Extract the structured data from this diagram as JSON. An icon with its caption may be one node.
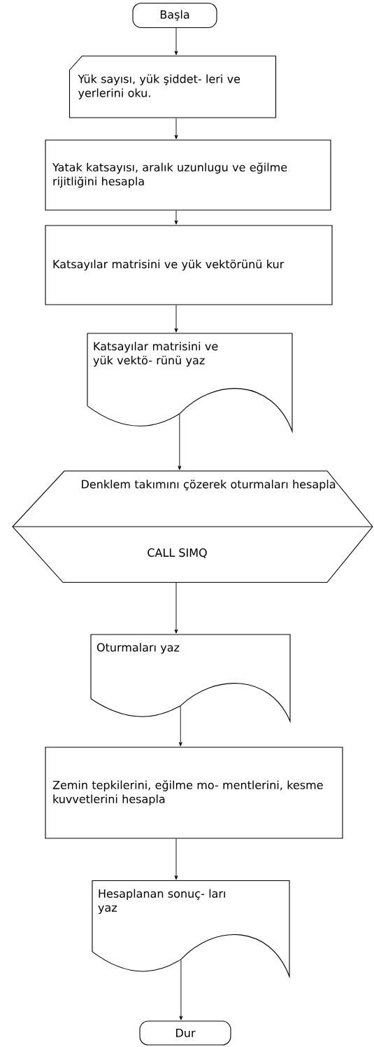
{
  "diagram": {
    "nodes": [
      {
        "text": [
          "Başla"
        ]
      },
      {
        "text": [
          "Yük sayısı, yük şiddet- leri ve yerlerini oku."
        ]
      },
      {
        "text": [
          "Yatak katsayısı, aralık uzunlugu ve eğilme rijitliğini hesapla"
        ]
      },
      {
        "text": [
          "Katsayılar matrisini ve yük vektörünü kur"
        ]
      },
      {
        "text": [
          "Katsayılar matrisini ve yük vektö- rünü yaz"
        ]
      },
      {
        "text": [
          "Denklem takımını çözerek oturmaları hesapla",
          "CALL SIMQ"
        ]
      },
      {
        "text": [
          "Oturmaları yaz"
        ]
      },
      {
        "text": [
          "Zemin tepkilerini, eğilme mo- mentlerini, kesme kuvvetlerini hesapla"
        ]
      },
      {
        "text": [
          "Hesaplanan sonuç- ları yaz"
        ]
      },
      {
        "text": [
          "Dur"
        ]
      }
    ],
    "edges": [
      {
        "from": 0,
        "to": 1,
        "arrow": "to"
      },
      {
        "from": 1,
        "to": 2,
        "arrow": "to"
      },
      {
        "from": 2,
        "to": 3,
        "arrow": "to"
      },
      {
        "from": 3,
        "to": 4,
        "arrow": "to"
      },
      {
        "from": 4,
        "to": 5,
        "arrow": "to"
      },
      {
        "from": 5,
        "to": 6,
        "arrow": "to"
      },
      {
        "from": 6,
        "to": 7,
        "arrow": "to"
      },
      {
        "from": 7,
        "to": 8,
        "arrow": "to"
      },
      {
        "from": 8,
        "to": 9,
        "arrow": "to"
      }
    ]
  }
}
